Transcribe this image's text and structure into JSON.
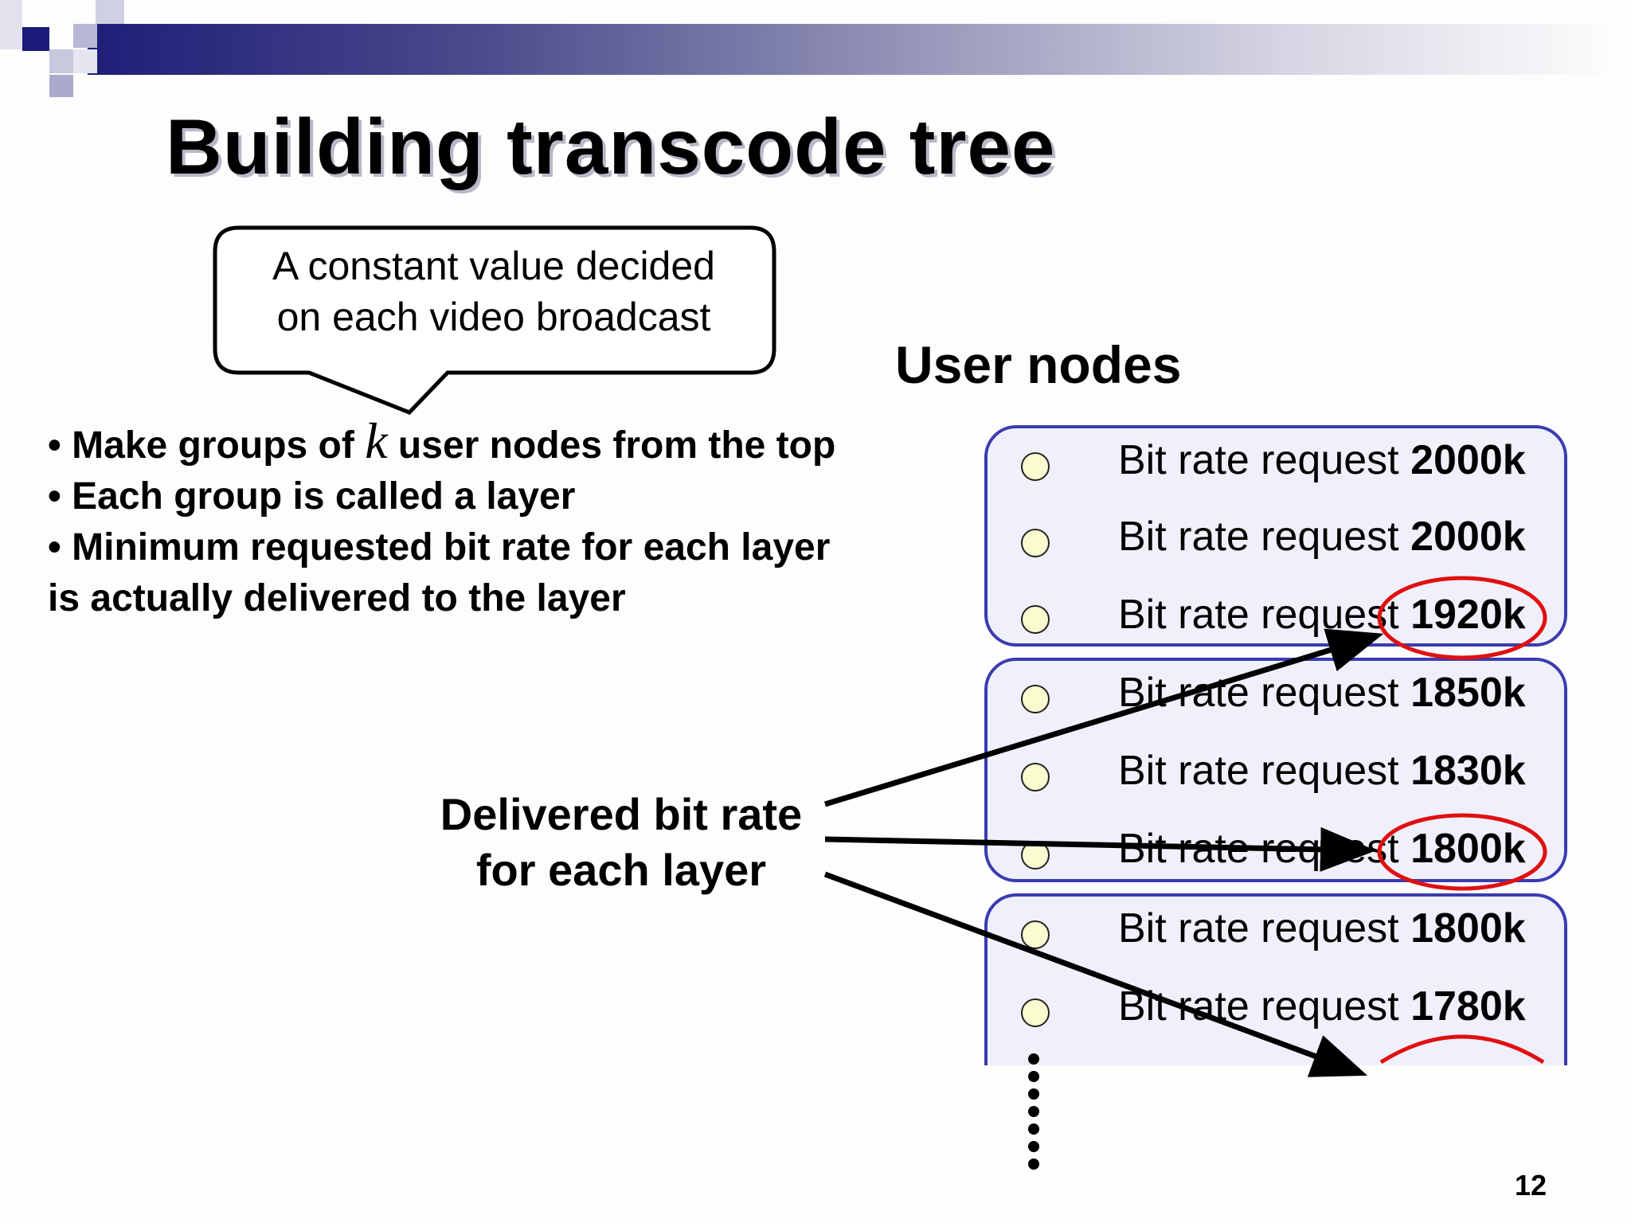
{
  "title": "Building transcode tree",
  "callout": {
    "line1": "A constant value decided",
    "line2": "on each video broadcast"
  },
  "bullets": {
    "b1_before": "Make groups of ",
    "b1_var": "k",
    "b1_after": " user nodes from the top",
    "b2": "Each group is called a layer",
    "b3_line1": "Minimum requested bit rate for each layer",
    "b3_line2": "is actually delivered to the layer"
  },
  "user_nodes_heading": "User nodes",
  "request_prefix": "Bit rate request ",
  "requests": [
    {
      "value": "2000k"
    },
    {
      "value": "2000k"
    },
    {
      "value": "1920k"
    },
    {
      "value": "1850k"
    },
    {
      "value": "1830k"
    },
    {
      "value": "1800k"
    },
    {
      "value": "1800k"
    },
    {
      "value": "1780k"
    }
  ],
  "delivered_label": {
    "line1": "Delivered bit rate",
    "line2": "for each layer"
  },
  "page_number": "12",
  "colors": {
    "box_border": "#3b3bb0",
    "box_fill": "#f0f0fc",
    "highlight_ellipse": "#e01010",
    "node_fill": "#fbfbd0"
  }
}
